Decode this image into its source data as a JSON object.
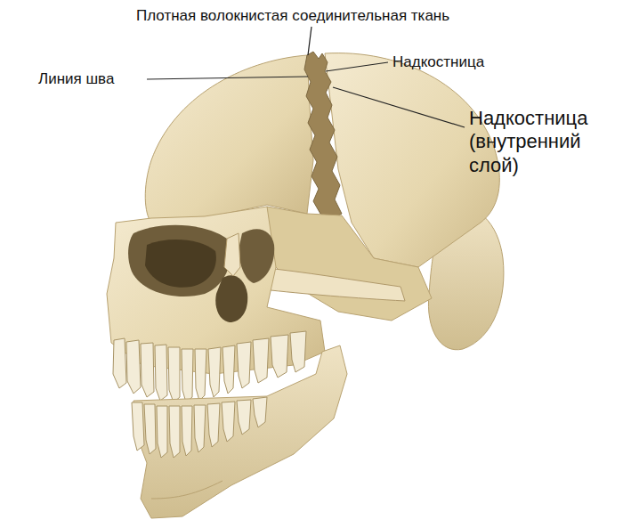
{
  "diagram": {
    "labels": [
      "Плотная волокнистая соединительная ткань",
      "Линия шва",
      "Надкостница",
      "Надкостница (внутренний слой)"
    ]
  }
}
